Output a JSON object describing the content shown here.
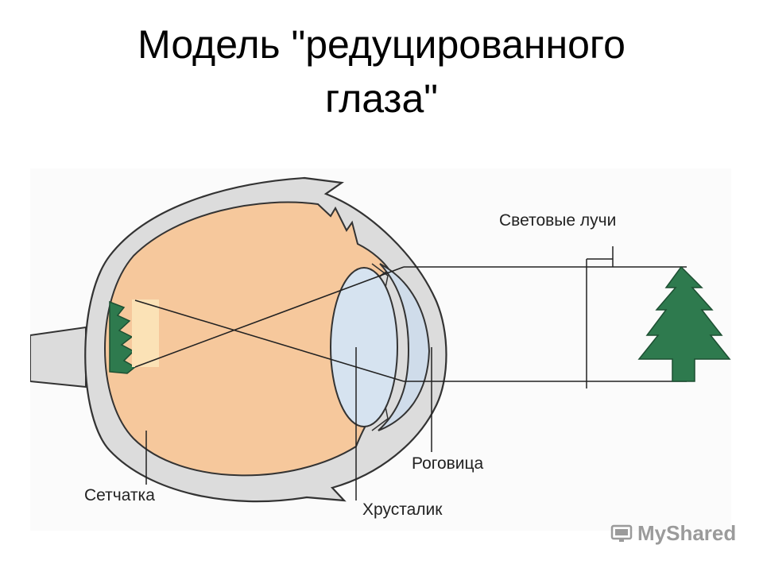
{
  "title": {
    "line1": "Модель \"редуцированного",
    "line2": "глаза\""
  },
  "labels": {
    "rays": "Световые лучи",
    "cornea": "Роговица",
    "retina": "Сетчатка",
    "lens": "Хрусталик"
  },
  "watermark": {
    "text": "MyShared",
    "icon": "monitor-icon"
  },
  "colors": {
    "vitreous": "#f6c89c",
    "sclera": "#dcdcdc",
    "lens": "#d6e3f0",
    "tree": "#2e7a4e",
    "outline": "#333333"
  }
}
